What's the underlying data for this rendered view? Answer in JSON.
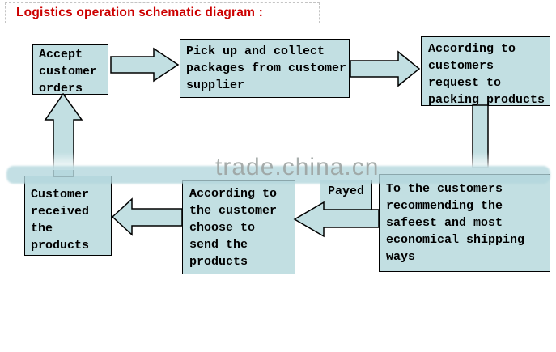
{
  "title": "Logistics operation schematic diagram :",
  "watermark": "trade.china.cn",
  "colors": {
    "node_fill": "#c2dfe2",
    "node_border": "#000000",
    "title_red": "#cc0000",
    "watermark_gray": "#9aa09e"
  },
  "nodes": {
    "accept": {
      "label": "Accept\ncustomer\norders"
    },
    "pickup": {
      "label": "Pick up and collect\npackages from customer\nsupplier"
    },
    "packing": {
      "label": "According to\ncustomers\nrequest to\npacking products"
    },
    "recommend": {
      "label": "To the customers\nrecommending the\nsafeest and most\neconomical shipping\nways"
    },
    "payed": {
      "label": "Payed"
    },
    "choose": {
      "label": "According to\nthe customer\nchoose to\nsend the\nproducts"
    },
    "received": {
      "label": "Customer\nreceived\nthe\nproducts"
    }
  },
  "flow": [
    {
      "from": "accept",
      "to": "pickup",
      "direction": "right"
    },
    {
      "from": "pickup",
      "to": "packing",
      "direction": "right"
    },
    {
      "from": "packing",
      "to": "recommend",
      "direction": "down"
    },
    {
      "from": "recommend",
      "to": "choose",
      "direction": "left",
      "via": "payed"
    },
    {
      "from": "choose",
      "to": "received",
      "direction": "left"
    },
    {
      "from": "received",
      "to": "accept",
      "direction": "up"
    }
  ]
}
